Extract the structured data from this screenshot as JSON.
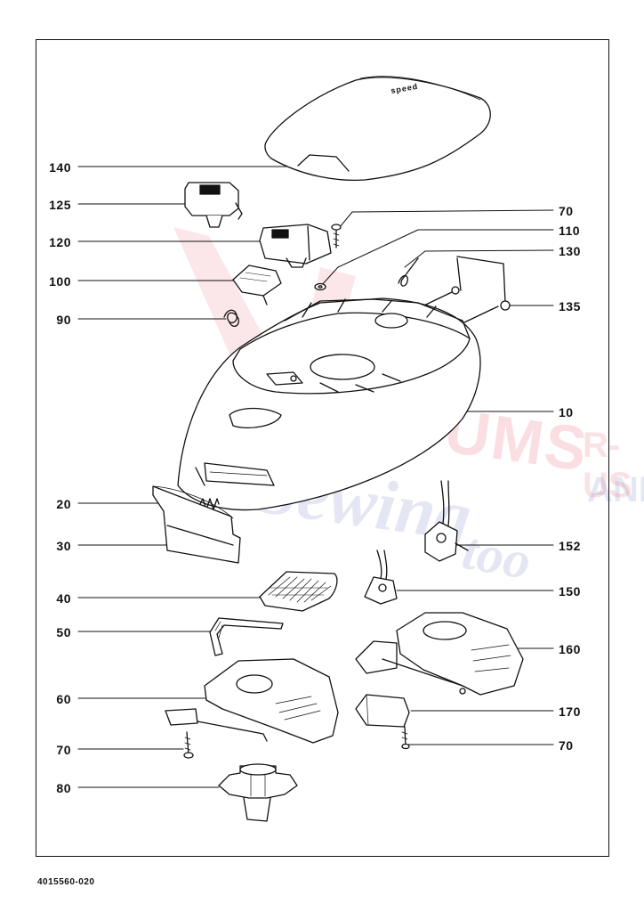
{
  "document_number": "4015560-020",
  "watermark": {
    "line1": "VACUUMS",
    "line1_suffix": "R-US",
    "line2": "Sewing",
    "line2_suffix": "AND",
    "line3": "too"
  },
  "callouts_left": {
    "p140": "140",
    "p125": "125",
    "p120": "120",
    "p100": "100",
    "p90": "90",
    "p20": "20",
    "p30": "30",
    "p40": "40",
    "p50": "50",
    "p60": "60",
    "p70b": "70",
    "p80": "80"
  },
  "callouts_right": {
    "p70a": "70",
    "p110": "110",
    "p130": "130",
    "p135": "135",
    "p10": "10",
    "p152": "152",
    "p150": "150",
    "p160": "160",
    "p170": "170",
    "p70c": "70"
  },
  "cover_brand_text": "speed",
  "colors": {
    "line": "#111111",
    "watermark_red": "#e23b4a",
    "watermark_blue": "#3b4fa8"
  }
}
